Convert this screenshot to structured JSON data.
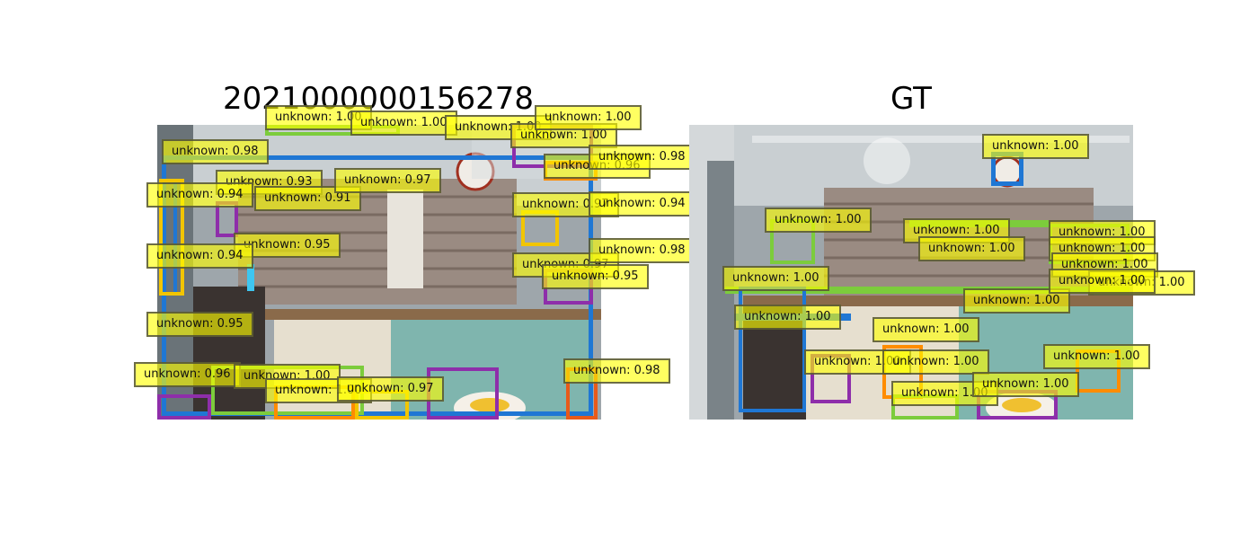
{
  "figure": {
    "left_title": "2021000000156278",
    "right_title": "GT",
    "colors": {
      "label_fill": "#ffff00",
      "blue": "#1f77d4",
      "green": "#7ccc3c",
      "orange": "#ff8c00",
      "purple": "#8e2eaa",
      "cyan": "#3ec6f0",
      "yellow_box": "#f2c500",
      "red_orange": "#e85a1a"
    }
  },
  "pred_labels": [
    "unknown: 0.98",
    "unknown: 1.00",
    "unknown: 1.00",
    "unknown: 1.00",
    "unknown: 1.00",
    "unknown: 1.00",
    "unknown: 0.96",
    "unknown: 0.98",
    "unknown: 0.93",
    "unknown: 0.94",
    "unknown: 0.91",
    "unknown: 0.97",
    "unknown: 0.97",
    "unknown: 0.94",
    "unknown: 0.95",
    "unknown: 0.94",
    "unknown: 0.97",
    "unknown: 0.95",
    "unknown: 0.98",
    "unknown: 0.95",
    "unknown: 0.96",
    "unknown: 1.00",
    "unknown: 1.00",
    "unknown: 0.97",
    "unknown: 0.98"
  ],
  "gt_labels": [
    "unknown: 1.00",
    "unknown: 1.00",
    "unknown: 1.00",
    "unknown: 1.00",
    "unknown: 1.00",
    "unknown: 1.00",
    "unknown: 1.00",
    "unknown: 1.00",
    "unknown: 1.00",
    "unknown: 1.00",
    "unknown: 1.00",
    "unknown: 1.00",
    "unknown: 1.00",
    "unknown: 1.00",
    "unknown: 1.00",
    "unknown: 1.00",
    "unknown: 1.00",
    "unknown: 1.00"
  ]
}
